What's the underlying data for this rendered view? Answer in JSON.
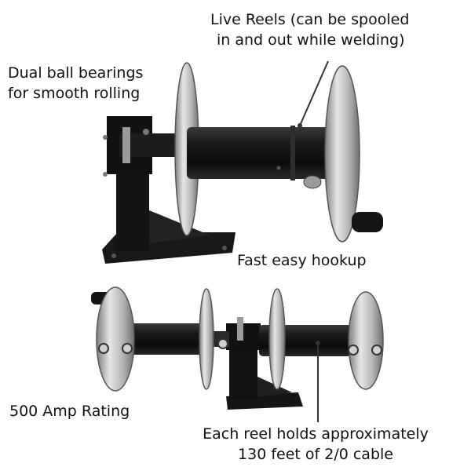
{
  "labels": {
    "live_reels": [
      "Live Reels (can be spooled",
      "in and out while welding)"
    ],
    "bearings": [
      "Dual ball bearings",
      "for smooth rolling"
    ],
    "hookup": "Fast easy hookup",
    "amp_rating": "500 Amp Rating",
    "reel_capacity": [
      "Each reel holds approximately",
      "130 feet of 2/0 cable"
    ]
  },
  "colors": {
    "background": "#ffffff",
    "text": "#111111",
    "steel_black": "#141414",
    "chrome": "#c8c8c8",
    "callout_line": "#333333"
  }
}
